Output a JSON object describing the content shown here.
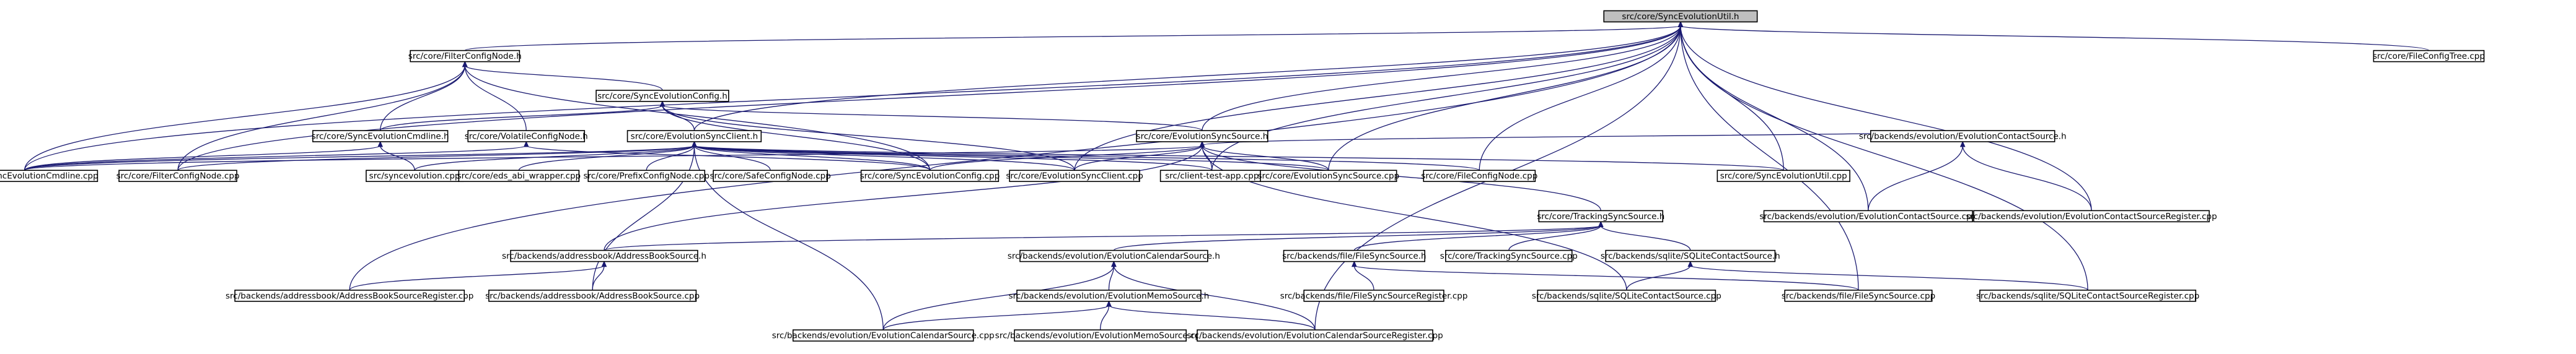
{
  "graph": {
    "title": "",
    "edge_color": "#191970",
    "root_fill": "#bfbfbf",
    "nodes": [
      {
        "id": "util_h",
        "label": "src/core/SyncEvolutionUtil.h",
        "root": true
      },
      {
        "id": "filterconfignode_h",
        "label": "src/core/FilterConfigNode.h"
      },
      {
        "id": "configtree_cpp",
        "label": "src/core/FileConfigTree.cpp"
      },
      {
        "id": "syncevoconfig_h",
        "label": "src/core/SyncEvolutionConfig.h"
      },
      {
        "id": "cmdline_h",
        "label": "src/core/SyncEvolutionCmdline.h"
      },
      {
        "id": "volatile_h",
        "label": "src/core/VolatileConfigNode.h"
      },
      {
        "id": "client_h",
        "label": "src/core/EvolutionSyncClient.h"
      },
      {
        "id": "source_h",
        "label": "src/core/EvolutionSyncSource.h"
      },
      {
        "id": "contactsource_h",
        "label": "src/backends/evolution/EvolutionContactSource.h"
      },
      {
        "id": "cmdline_cpp",
        "label": "src/core/SyncEvolutionCmdline.cpp"
      },
      {
        "id": "filterconfignode_cpp",
        "label": "src/core/FilterConfigNode.cpp"
      },
      {
        "id": "syncevolution_cpp",
        "label": "src/syncevolution.cpp"
      },
      {
        "id": "eds_abi_cpp",
        "label": "src/core/eds_abi_wrapper.cpp"
      },
      {
        "id": "prefix_cpp",
        "label": "src/core/PrefixConfigNode.cpp"
      },
      {
        "id": "safe_cpp",
        "label": "src/core/SafeConfigNode.cpp"
      },
      {
        "id": "syncevoconfig_cpp",
        "label": "src/core/SyncEvolutionConfig.cpp"
      },
      {
        "id": "client_cpp",
        "label": "src/core/EvolutionSyncClient.cpp"
      },
      {
        "id": "testapp_cpp",
        "label": "src/client-test-app.cpp"
      },
      {
        "id": "source_cpp",
        "label": "src/core/EvolutionSyncSource.cpp"
      },
      {
        "id": "fileconfignode_cpp",
        "label": "src/core/FileConfigNode.cpp"
      },
      {
        "id": "util_cpp",
        "label": "src/core/SyncEvolutionUtil.cpp"
      },
      {
        "id": "tracking_h",
        "label": "src/core/TrackingSyncSource.h"
      },
      {
        "id": "contactsource_cpp",
        "label": "src/backends/evolution/EvolutionContactSource.cpp"
      },
      {
        "id": "contactregister_cpp",
        "label": "src/backends/evolution/EvolutionContactSourceRegister.cpp"
      },
      {
        "id": "addressbook_h",
        "label": "src/backends/addressbook/AddressBookSource.h"
      },
      {
        "id": "calendar_h",
        "label": "src/backends/evolution/EvolutionCalendarSource.h"
      },
      {
        "id": "filesync_h",
        "label": "src/backends/file/FileSyncSource.h"
      },
      {
        "id": "tracking_cpp",
        "label": "src/core/TrackingSyncSource.cpp"
      },
      {
        "id": "sqlite_h",
        "label": "src/backends/sqlite/SQLiteContactSource.h"
      },
      {
        "id": "abregister_cpp",
        "label": "src/backends/addressbook/AddressBookSourceRegister.cpp"
      },
      {
        "id": "ab_cpp",
        "label": "src/backends/addressbook/AddressBookSource.cpp"
      },
      {
        "id": "memo_h",
        "label": "src/backends/evolution/EvolutionMemoSource.h"
      },
      {
        "id": "fileregister_cpp",
        "label": "src/backends/file/FileSyncSourceRegister.cpp"
      },
      {
        "id": "sqlite_cpp",
        "label": "src/backends/sqlite/SQLiteContactSource.cpp"
      },
      {
        "id": "filesync_cpp",
        "label": "src/backends/file/FileSyncSource.cpp"
      },
      {
        "id": "sqliteregister_cpp",
        "label": "src/backends/sqlite/SQLiteContactSourceRegister.cpp"
      },
      {
        "id": "calendar_cpp",
        "label": "src/backends/evolution/EvolutionCalendarSource.cpp"
      },
      {
        "id": "memo_cpp",
        "label": "src/backends/evolution/EvolutionMemoSource.cpp"
      },
      {
        "id": "calregister_cpp",
        "label": "src/backends/evolution/EvolutionCalendarSourceRegister.cpp"
      }
    ],
    "edges": [
      [
        "util_h",
        "filterconfignode_h"
      ],
      [
        "util_h",
        "configtree_cpp"
      ],
      [
        "util_h",
        "client_h"
      ],
      [
        "util_h",
        "source_h"
      ],
      [
        "util_h",
        "cmdline_cpp"
      ],
      [
        "util_h",
        "filterconfignode_cpp"
      ],
      [
        "util_h",
        "client_cpp"
      ],
      [
        "util_h",
        "testapp_cpp"
      ],
      [
        "util_h",
        "source_cpp"
      ],
      [
        "util_h",
        "fileconfignode_cpp"
      ],
      [
        "util_h",
        "util_cpp"
      ],
      [
        "util_h",
        "contactsource_cpp"
      ],
      [
        "util_h",
        "contactregister_cpp"
      ],
      [
        "util_h",
        "filesync_cpp"
      ],
      [
        "util_h",
        "sqliteregister_cpp"
      ],
      [
        "util_h",
        "calregister_cpp"
      ],
      [
        "util_h",
        "abregister_cpp"
      ],
      [
        "filterconfignode_h",
        "syncevoconfig_h"
      ],
      [
        "filterconfignode_h",
        "cmdline_h"
      ],
      [
        "filterconfignode_h",
        "volatile_h"
      ],
      [
        "filterconfignode_h",
        "cmdline_cpp"
      ],
      [
        "filterconfignode_h",
        "filterconfignode_cpp"
      ],
      [
        "filterconfignode_h",
        "syncevoconfig_cpp"
      ],
      [
        "syncevoconfig_h",
        "cmdline_h"
      ],
      [
        "syncevoconfig_h",
        "client_h"
      ],
      [
        "syncevoconfig_h",
        "source_h"
      ],
      [
        "syncevoconfig_h",
        "syncevoconfig_cpp"
      ],
      [
        "syncevoconfig_h",
        "client_cpp"
      ],
      [
        "cmdline_h",
        "cmdline_cpp"
      ],
      [
        "cmdline_h",
        "syncevolution_cpp"
      ],
      [
        "volatile_h",
        "cmdline_cpp"
      ],
      [
        "volatile_h",
        "syncevoconfig_cpp"
      ],
      [
        "client_h",
        "cmdline_cpp"
      ],
      [
        "client_h",
        "filterconfignode_cpp"
      ],
      [
        "client_h",
        "syncevolution_cpp"
      ],
      [
        "client_h",
        "eds_abi_cpp"
      ],
      [
        "client_h",
        "prefix_cpp"
      ],
      [
        "client_h",
        "safe_cpp"
      ],
      [
        "client_h",
        "syncevoconfig_cpp"
      ],
      [
        "client_h",
        "client_cpp"
      ],
      [
        "client_h",
        "testapp_cpp"
      ],
      [
        "client_h",
        "source_cpp"
      ],
      [
        "client_h",
        "fileconfignode_cpp"
      ],
      [
        "client_h",
        "util_cpp"
      ],
      [
        "client_h",
        "ab_cpp"
      ],
      [
        "client_h",
        "calendar_cpp"
      ],
      [
        "source_h",
        "cmdline_cpp"
      ],
      [
        "source_h",
        "syncevoconfig_cpp"
      ],
      [
        "source_h",
        "client_cpp"
      ],
      [
        "source_h",
        "testapp_cpp"
      ],
      [
        "source_h",
        "source_cpp"
      ],
      [
        "source_h",
        "tracking_h"
      ],
      [
        "source_h",
        "contactsource_h"
      ],
      [
        "source_h",
        "addressbook_h"
      ],
      [
        "source_h",
        "sqlite_cpp"
      ],
      [
        "contactsource_h",
        "contactsource_cpp"
      ],
      [
        "contactsource_h",
        "contactregister_cpp"
      ],
      [
        "tracking_h",
        "addressbook_h"
      ],
      [
        "tracking_h",
        "calendar_h"
      ],
      [
        "tracking_h",
        "filesync_h"
      ],
      [
        "tracking_h",
        "tracking_cpp"
      ],
      [
        "tracking_h",
        "sqlite_h"
      ],
      [
        "addressbook_h",
        "abregister_cpp"
      ],
      [
        "addressbook_h",
        "ab_cpp"
      ],
      [
        "calendar_h",
        "memo_h"
      ],
      [
        "calendar_h",
        "calendar_cpp"
      ],
      [
        "calendar_h",
        "calregister_cpp"
      ],
      [
        "filesync_h",
        "fileregister_cpp"
      ],
      [
        "filesync_h",
        "filesync_cpp"
      ],
      [
        "sqlite_h",
        "sqlite_cpp"
      ],
      [
        "sqlite_h",
        "sqliteregister_cpp"
      ],
      [
        "memo_h",
        "calendar_cpp"
      ],
      [
        "memo_h",
        "memo_cpp"
      ],
      [
        "memo_h",
        "calregister_cpp"
      ]
    ]
  }
}
